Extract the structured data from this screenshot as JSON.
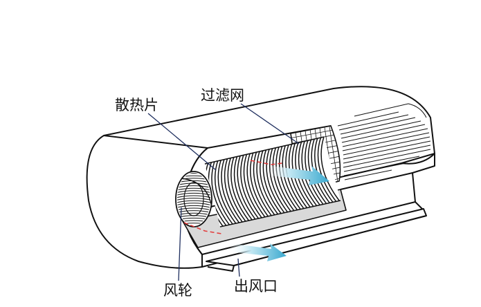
{
  "labels": {
    "fins": "散热片",
    "filter": "过滤网",
    "fan": "风轮",
    "outlet": "出风口"
  },
  "colors": {
    "outline": "#111111",
    "leader": "#1f2f5f",
    "airflow": "#4fb6d6",
    "marker": "#e23b3b",
    "shade": "#d9d9d9"
  }
}
